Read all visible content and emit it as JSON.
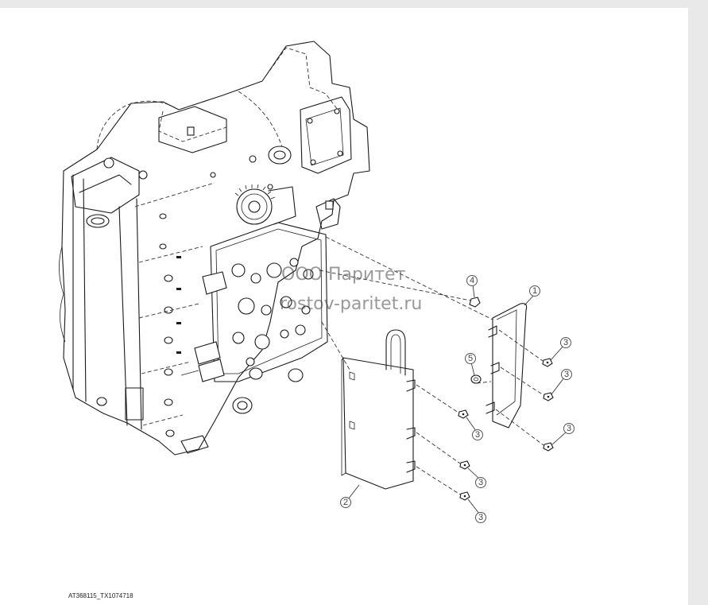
{
  "watermark": {
    "line1": "ООО Паритет",
    "line2": "rostov-paritet.ru"
  },
  "figure_id": "AT368115_TX1074718",
  "callouts": [
    {
      "id": "c1",
      "label": "1"
    },
    {
      "id": "c2",
      "label": "2"
    },
    {
      "id": "c3a",
      "label": "3"
    },
    {
      "id": "c3b",
      "label": "3"
    },
    {
      "id": "c3c",
      "label": "3"
    },
    {
      "id": "c3d",
      "label": "3"
    },
    {
      "id": "c3e",
      "label": "3"
    },
    {
      "id": "c3f",
      "label": "3"
    },
    {
      "id": "c4",
      "label": "4"
    },
    {
      "id": "c5",
      "label": "5"
    }
  ],
  "colors": {
    "line": "#1a1a1a",
    "callout_stroke": "#555555",
    "background": "#e9e9e9",
    "sheet": "#ffffff"
  }
}
